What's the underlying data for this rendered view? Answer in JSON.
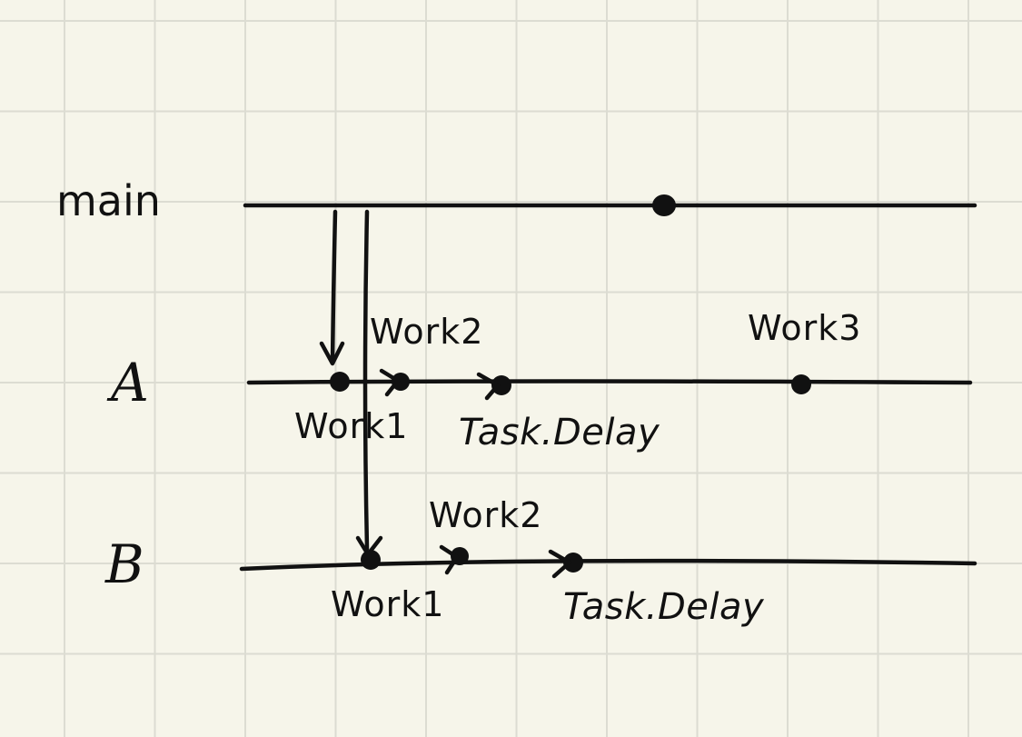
{
  "lanes": {
    "main": "main",
    "a": "A",
    "b": "B"
  },
  "labels": {
    "a_work1": "Work1",
    "a_work2": "Work2",
    "a_work3": "Work3",
    "a_task_delay": "Task.Delay",
    "b_work1": "Work1",
    "b_work2": "Work2",
    "b_task_delay": "Task.Delay"
  }
}
